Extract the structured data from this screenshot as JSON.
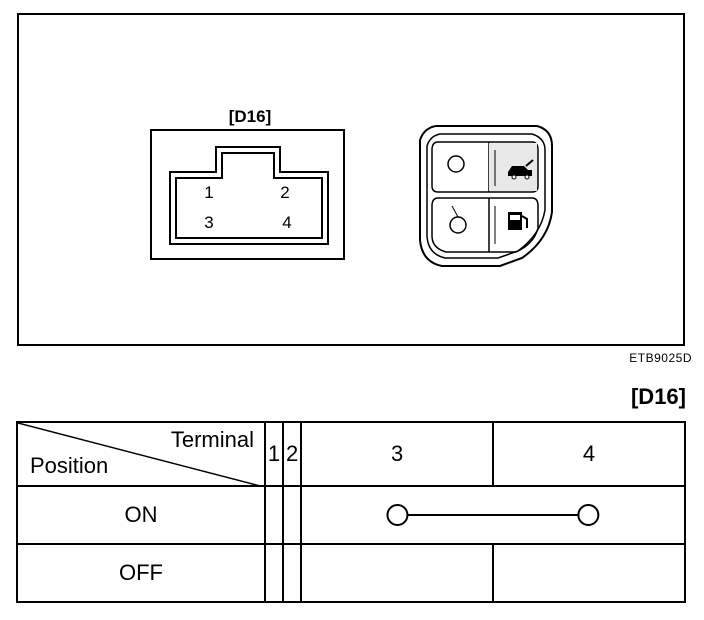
{
  "figure": {
    "connector_label": "[D16]",
    "connector_terminals": [
      "1",
      "2",
      "3",
      "4"
    ],
    "figure_code": "ETB9025D",
    "switch_icons": [
      "trunk-open-icon",
      "fuel-door-icon"
    ]
  },
  "table": {
    "code": "[D16]",
    "header_terminal": "Terminal",
    "header_position": "Position",
    "terminals": [
      "1",
      "2",
      "3",
      "4"
    ],
    "rows": [
      {
        "position": "ON",
        "connected_terminals": [
          "3",
          "4"
        ]
      },
      {
        "position": "OFF",
        "connected_terminals": []
      }
    ]
  }
}
